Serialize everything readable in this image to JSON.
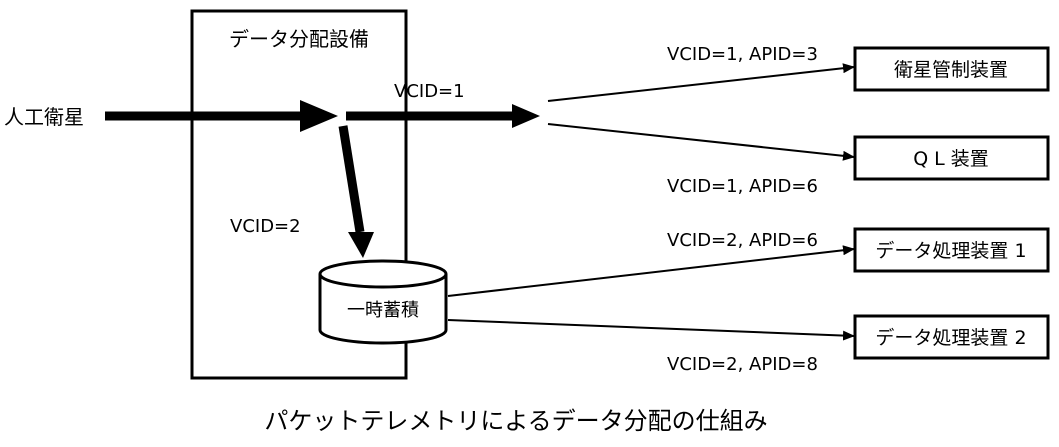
{
  "diagram": {
    "equipment_title": "データ分配設備",
    "satellite": "人工衛星",
    "vcid1": "VCID=1",
    "vcid2": "VCID=2",
    "storage": "一時蓄積",
    "caption": "パケットテレメトリによるデータ分配の仕組み",
    "routes": [
      {
        "label": "VCID=1, APID=3",
        "dest": "衛星管制装置"
      },
      {
        "label": "VCID=1, APID=6",
        "dest": "Q L 装置"
      },
      {
        "label": "VCID=2, APID=6",
        "dest": "データ処理装置 1"
      },
      {
        "label": "VCID=2, APID=8",
        "dest": "データ処理装置 2"
      }
    ]
  }
}
